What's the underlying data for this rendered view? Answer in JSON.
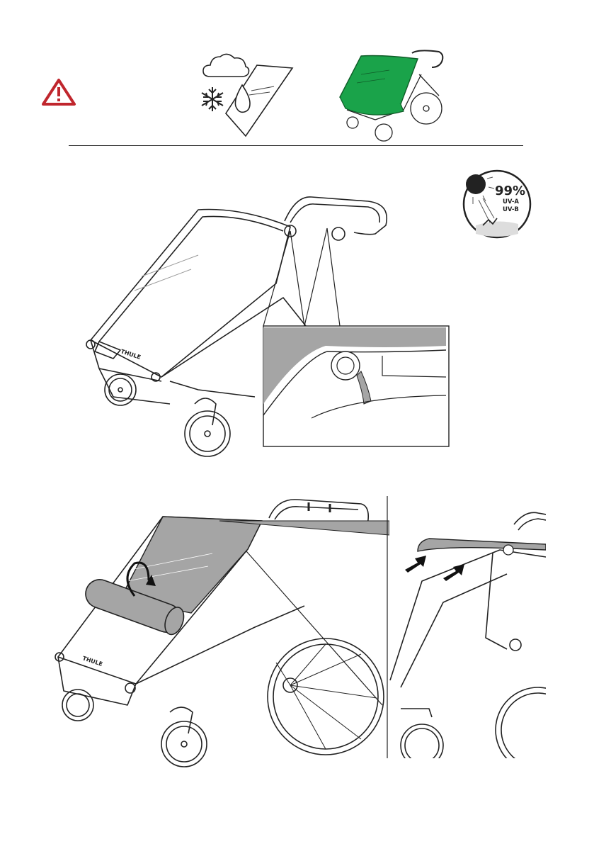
{
  "header": {
    "warning_icon": "warning-triangle-icon",
    "weather_icon": "snow-rain-cloud-icon",
    "warning_color": "#c0262d",
    "highlight_color": "#1aa34a"
  },
  "uv_badge": {
    "percent": "99%",
    "line1": "UV-A",
    "line2": "UV-B"
  },
  "brand": "THULE"
}
